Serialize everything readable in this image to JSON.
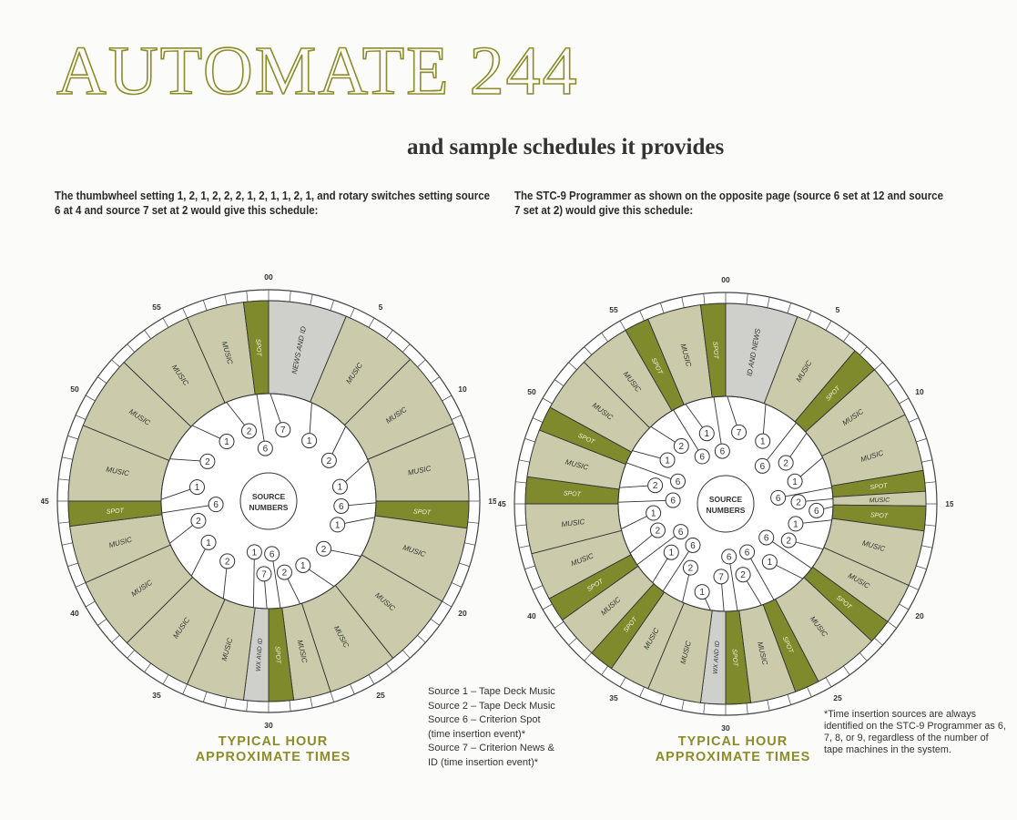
{
  "title": "AUTOMATE 244",
  "subtitle": "and sample schedules it provides",
  "intro_left": "The thumbwheel setting 1, 2, 1, 2, 2, 2, 1, 2, 1, 1, 2, 1, and rotary switches setting source 6 at 4 and source 7 set at 2 would give this schedule:",
  "intro_right": "The STC-9 Programmer as shown on the opposite page (source 6 set at 12 and source 7 set at 2) would give this schedule:",
  "colors": {
    "spot": "#7e8a2c",
    "music": "#cbcbab",
    "news": "#cfcfcb",
    "accent": "#8d8c2c"
  },
  "wheel_center_label": [
    "SOURCE",
    "NUMBERS"
  ],
  "minute_labels": [
    "00",
    "5",
    "10",
    "15",
    "20",
    "25",
    "30",
    "35",
    "40",
    "45",
    "50",
    "55"
  ],
  "caption": [
    "TYPICAL HOUR",
    "APPROXIMATE TIMES"
  ],
  "legend": [
    "Source  1 – Tape Deck Music",
    "Source  2 – Tape Deck Music",
    "Source  6 – Criterion Spot",
    "(time insertion event)*",
    "Source  7 – Criterion News &",
    "ID (time insertion event)*"
  ],
  "footnote": "*Time insertion sources are always identified on the STC-9 Programmer as 6, 7, 8, or 9, regardless of the number of tape machines in the system.",
  "wheels": [
    {
      "segments": [
        {
          "start": 0,
          "end": 3.8,
          "kind": "news",
          "label": "NEWS AND ID",
          "source": 7
        },
        {
          "start": 3.8,
          "end": 7.5,
          "kind": "music",
          "label": "MUSIC",
          "source": 1
        },
        {
          "start": 7.5,
          "end": 11.2,
          "kind": "music",
          "label": "MUSIC",
          "source": 2
        },
        {
          "start": 11.2,
          "end": 15,
          "kind": "music",
          "label": "MUSIC",
          "source": 1
        },
        {
          "start": 15,
          "end": 16.3,
          "kind": "spot",
          "label": "SPOT",
          "source": 6
        },
        {
          "start": 16.3,
          "end": 20,
          "kind": "music",
          "label": "MUSIC",
          "source": 1
        },
        {
          "start": 20,
          "end": 23.6,
          "kind": "music",
          "label": "MUSIC",
          "source": 2
        },
        {
          "start": 23.6,
          "end": 27,
          "kind": "music",
          "label": "MUSIC",
          "source": 1
        },
        {
          "start": 27,
          "end": 28.8,
          "kind": "music",
          "label": "MUSIC",
          "source": 2
        },
        {
          "start": 28.8,
          "end": 30,
          "kind": "spot",
          "label": "SPOT",
          "source": 6
        },
        {
          "start": 30,
          "end": 31.2,
          "kind": "news",
          "label": "WX AND ID",
          "source": 7
        },
        {
          "start": 31.2,
          "end": 34,
          "kind": "music",
          "label": "MUSIC",
          "source": 1
        },
        {
          "start": 34,
          "end": 37.5,
          "kind": "music",
          "label": "MUSIC",
          "source": 2
        },
        {
          "start": 37.5,
          "end": 41,
          "kind": "music",
          "label": "MUSIC",
          "source": 1
        },
        {
          "start": 41,
          "end": 43.8,
          "kind": "music",
          "label": "MUSIC",
          "source": 2
        },
        {
          "start": 43.8,
          "end": 45,
          "kind": "spot",
          "label": "SPOT",
          "source": 6
        },
        {
          "start": 45,
          "end": 48.7,
          "kind": "music",
          "label": "MUSIC",
          "source": 1
        },
        {
          "start": 48.7,
          "end": 52.3,
          "kind": "music",
          "label": "MUSIC",
          "source": 2
        },
        {
          "start": 52.3,
          "end": 56,
          "kind": "music",
          "label": "MUSIC",
          "source": 1
        },
        {
          "start": 56,
          "end": 58.8,
          "kind": "music",
          "label": "MUSIC",
          "source": 2
        },
        {
          "start": 58.8,
          "end": 60,
          "kind": "spot",
          "label": "SPOT",
          "source": 6
        }
      ]
    },
    {
      "segments": [
        {
          "start": 0,
          "end": 3.5,
          "kind": "news",
          "label": "ID AND NEWS",
          "source": 7
        },
        {
          "start": 3.5,
          "end": 6.7,
          "kind": "music",
          "label": "MUSIC",
          "source": 1
        },
        {
          "start": 6.7,
          "end": 8,
          "kind": "spot",
          "label": "SPOT",
          "source": 6
        },
        {
          "start": 8,
          "end": 10.6,
          "kind": "music",
          "label": "MUSIC",
          "source": 2
        },
        {
          "start": 10.6,
          "end": 13.4,
          "kind": "music",
          "label": "MUSIC",
          "source": 1
        },
        {
          "start": 13.4,
          "end": 14.4,
          "kind": "spot",
          "label": "SPOT",
          "source": 6
        },
        {
          "start": 14.4,
          "end": 15.1,
          "kind": "music",
          "label": "MUSIC",
          "source": 2
        },
        {
          "start": 15.1,
          "end": 16.3,
          "kind": "spot",
          "label": "SPOT",
          "source": 6
        },
        {
          "start": 16.3,
          "end": 19,
          "kind": "music",
          "label": "MUSIC",
          "source": 1
        },
        {
          "start": 19,
          "end": 21,
          "kind": "music",
          "label": "MUSIC",
          "source": 2
        },
        {
          "start": 21,
          "end": 22.2,
          "kind": "spot",
          "label": "SPOT",
          "source": 6
        },
        {
          "start": 22.2,
          "end": 25.4,
          "kind": "music",
          "label": "MUSIC",
          "source": 1
        },
        {
          "start": 25.4,
          "end": 26.6,
          "kind": "spot",
          "label": "SPOT",
          "source": 6
        },
        {
          "start": 26.6,
          "end": 28.8,
          "kind": "music",
          "label": "MUSIC",
          "source": 2
        },
        {
          "start": 28.8,
          "end": 30,
          "kind": "spot",
          "label": "SPOT",
          "source": 6
        },
        {
          "start": 30,
          "end": 31.2,
          "kind": "news",
          "label": "WX AND ID",
          "source": 7
        },
        {
          "start": 31.2,
          "end": 33.8,
          "kind": "music",
          "label": "MUSIC",
          "source": 1
        },
        {
          "start": 33.8,
          "end": 35.8,
          "kind": "music",
          "label": "MUSIC",
          "source": 2
        },
        {
          "start": 35.8,
          "end": 37,
          "kind": "spot",
          "label": "SPOT",
          "source": 6
        },
        {
          "start": 37,
          "end": 39.1,
          "kind": "music",
          "label": "MUSIC",
          "source": 1
        },
        {
          "start": 39.1,
          "end": 40.3,
          "kind": "spot",
          "label": "SPOT",
          "source": 6
        },
        {
          "start": 40.3,
          "end": 42.6,
          "kind": "music",
          "label": "MUSIC",
          "source": 2
        },
        {
          "start": 42.6,
          "end": 45,
          "kind": "music",
          "label": "MUSIC",
          "source": 1
        },
        {
          "start": 45,
          "end": 46.3,
          "kind": "spot",
          "label": "SPOT",
          "source": 6
        },
        {
          "start": 46.3,
          "end": 48.6,
          "kind": "music",
          "label": "MUSIC",
          "source": 2
        },
        {
          "start": 48.6,
          "end": 49.8,
          "kind": "spot",
          "label": "SPOT",
          "source": 6
        },
        {
          "start": 49.8,
          "end": 52.5,
          "kind": "music",
          "label": "MUSIC",
          "source": 1
        },
        {
          "start": 52.5,
          "end": 55,
          "kind": "music",
          "label": "MUSIC",
          "source": 2
        },
        {
          "start": 55,
          "end": 56.2,
          "kind": "spot",
          "label": "SPOT",
          "source": 6
        },
        {
          "start": 56.2,
          "end": 58.8,
          "kind": "music",
          "label": "MUSIC",
          "source": 1
        },
        {
          "start": 58.8,
          "end": 60,
          "kind": "spot",
          "label": "SPOT",
          "source": 6
        }
      ]
    }
  ]
}
